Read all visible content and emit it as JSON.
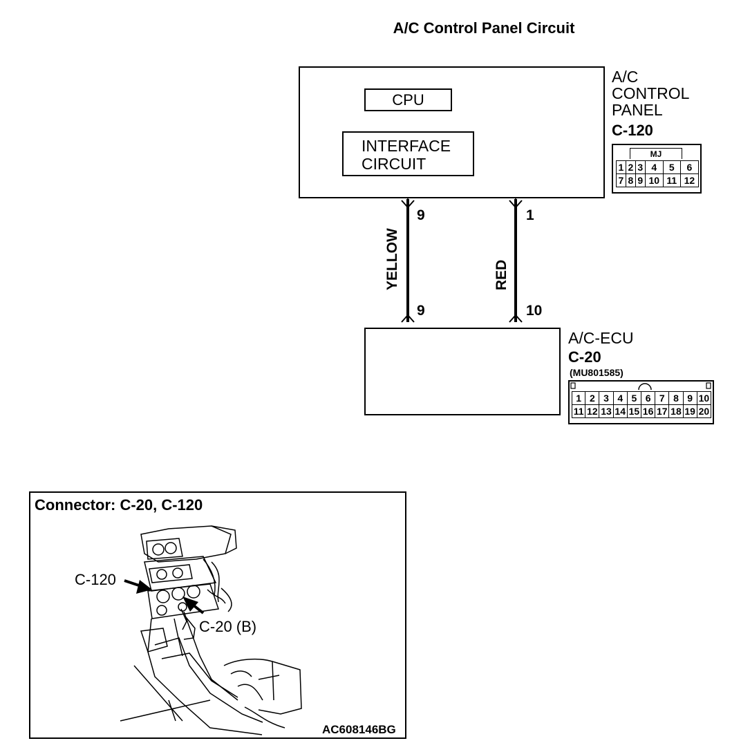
{
  "title": "A/C Control Panel Circuit",
  "panel": {
    "name_lines": [
      "A/C",
      "CONTROL",
      "PANEL"
    ],
    "connector_id": "C-120",
    "cpu_label": "CPU",
    "interface_lines": [
      "INTERFACE",
      "CIRCUIT"
    ],
    "connector_header": "MJ",
    "pins_row1": [
      "1",
      "2",
      "3",
      "4",
      "5",
      "6"
    ],
    "pins_row2": [
      "7",
      "8",
      "9",
      "10",
      "11",
      "12"
    ]
  },
  "ecu": {
    "name": "A/C-ECU",
    "connector_id": "C-20",
    "part_number": "(MU801585)",
    "pins_row1": [
      "1",
      "2",
      "3",
      "4",
      "5",
      "6",
      "7",
      "8",
      "9",
      "10"
    ],
    "pins_row2": [
      "11",
      "12",
      "13",
      "14",
      "15",
      "16",
      "17",
      "18",
      "19",
      "20"
    ]
  },
  "wires": [
    {
      "color": "YELLOW",
      "panel_pin": "9",
      "ecu_pin": "9"
    },
    {
      "color": "RED",
      "panel_pin": "1",
      "ecu_pin": "10"
    }
  ],
  "location": {
    "heading": "Connector: C-20, C-120",
    "callout_1": "C-120",
    "callout_2": "C-20 (B)",
    "figure_code": "AC608146BG"
  }
}
